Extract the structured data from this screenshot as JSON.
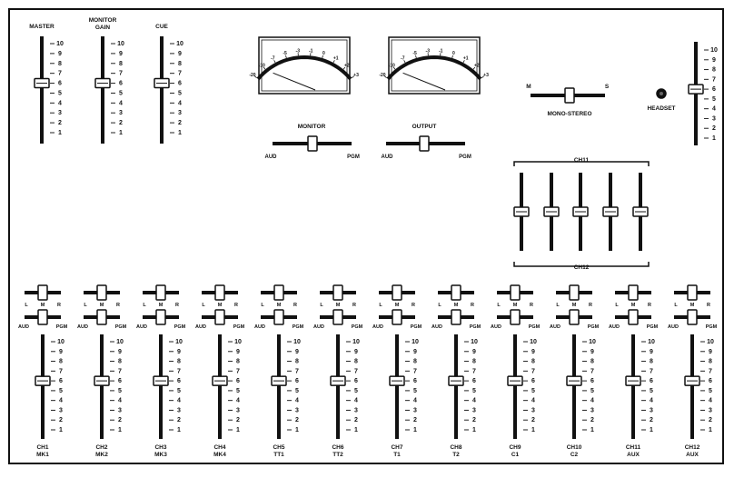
{
  "top_faders": [
    {
      "label_lines": [
        "MASTER"
      ],
      "value": 6
    },
    {
      "label_lines": [
        "MONITOR",
        "GAIN"
      ],
      "value": 6
    },
    {
      "label_lines": [
        "CUE"
      ],
      "value": 6
    }
  ],
  "fader_scale": [
    "10",
    "9",
    "8",
    "7",
    "6",
    "5",
    "4",
    "3",
    "2",
    "1"
  ],
  "meter_scale": [
    "-20",
    "-10",
    "-7",
    "-5",
    "-3",
    "-1",
    "0",
    "+1",
    "+2",
    "+3"
  ],
  "switches": {
    "monitor": {
      "title": "MONITOR",
      "left": "AUD",
      "right": "PGM"
    },
    "output": {
      "title": "OUTPUT",
      "left": "AUD",
      "right": "PGM"
    },
    "mono_stereo": {
      "title": "MONO-STEREO",
      "left": "M",
      "right": "S"
    }
  },
  "headset": {
    "label": "HEADSET"
  },
  "right_fader": {
    "value": 6
  },
  "group": {
    "top_label": "CH11",
    "bottom_label": "CH12",
    "fader_count": 5
  },
  "pan_labels": [
    "L",
    "M",
    "R"
  ],
  "source_labels": [
    "AUD",
    "PGM"
  ],
  "channels": [
    {
      "name": "CH1",
      "sub": "MK1"
    },
    {
      "name": "CH2",
      "sub": "MK2"
    },
    {
      "name": "CH3",
      "sub": "MK3"
    },
    {
      "name": "CH4",
      "sub": "MK4"
    },
    {
      "name": "CH5",
      "sub": "TT1"
    },
    {
      "name": "CH6",
      "sub": "TT2"
    },
    {
      "name": "CH7",
      "sub": "T1"
    },
    {
      "name": "CH8",
      "sub": "T2"
    },
    {
      "name": "CH9",
      "sub": "C1"
    },
    {
      "name": "CH10",
      "sub": "C2"
    },
    {
      "name": "CH11",
      "sub": "AUX"
    },
    {
      "name": "CH12",
      "sub": "AUX"
    }
  ]
}
